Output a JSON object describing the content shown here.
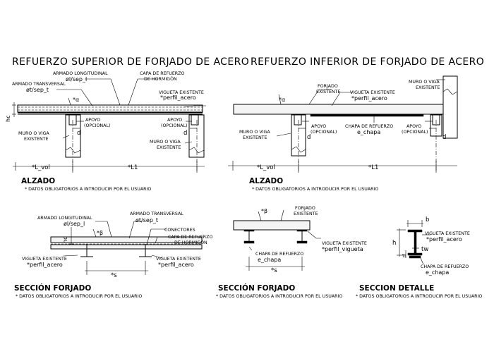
{
  "titles": {
    "left": "REFUERZO SUPERIOR DE FORJADO DE ACERO",
    "right": "REFUERZO INFERIOR DE FORJADO DE ACERO"
  },
  "section_headings": {
    "alzado_left": "ALZADO",
    "alzado_right": "ALZADO",
    "seccion_left": "SECCIÓN FORJADO",
    "seccion_mid": "SECCIÓN FORJADO",
    "seccion_detalle": "SECCION DETALLE"
  },
  "note": "* DATOS OBLIGATORIOS A INTRODUCIR POR EL USUARIO",
  "top_left": {
    "armado_long": "ARMADO LONGITUDINAL",
    "armado_long_var": "øl/sep_l",
    "armado_trans": "ARMADO TRANSVERSAL",
    "armado_trans_var": "øt/sep_t",
    "capa_1": "CAPA DE REFUERZO",
    "capa_2": "DE HORMIGÓN",
    "vigueta": "VIGUETA EXISTENTE",
    "perfil": "*perfil_acero",
    "alpha": "*α",
    "hc": "hc",
    "apoyo_l1": "APOYO",
    "apoyo_l2": "(OPCIONAL)",
    "apoyo_r1": "APOYO",
    "apoyo_r2": "(OPCIONAL)",
    "d_left": "d",
    "d_right": "d",
    "muro_l1": "MURO O VIGA",
    "muro_l2": "EXISTENTE",
    "muro_r1": "MURO O VIGA",
    "muro_r2": "EXISTENTE",
    "l_vol": "*L_vol",
    "l1": "*L1"
  },
  "top_right": {
    "forjado_1": "FORJADO",
    "forjado_2": "EXISTENTE",
    "vigueta": "VIGUETA EXISTENTE",
    "perfil": "*perfil_acero",
    "alpha": "*α",
    "muro_top1": "MURO O VIGA",
    "muro_top2": "EXISTENTE",
    "muro_l1": "MURO O VIGA",
    "muro_l2": "EXISTENTE",
    "apoyo_l1": "APOYO",
    "apoyo_l2": "(OPCIONAL)",
    "chapa_1": "CHAPA DE REFUERZO",
    "chapa_2": "e_chapa",
    "apoyo_r1": "APOYO",
    "apoyo_r2": "(OPCIONAL)",
    "d_left": "d",
    "d_right": "d",
    "l_vol": "*L_vol",
    "l1": "*L1"
  },
  "bottom_left": {
    "armado_long": "ARMADO LONGITUDINAL",
    "armado_long_var": "øl/sep_l",
    "armado_trans": "ARMADO TRANSVERSAL",
    "armado_trans_var": "øt/sep_t",
    "beta": "*β",
    "hc": "hc",
    "conectores": "CONECTORES",
    "capa_1": "CAPA DE REFUERZO",
    "capa_2": "DE HORMIGÓN",
    "vig_l1": "VIGUETA EXISTENTE",
    "vig_l2": "*perfil_acero",
    "vig_r1": "VIGUETA EXISTENTE",
    "vig_r2": "*perfil_acero",
    "s": "*s"
  },
  "bottom_mid": {
    "beta": "*β",
    "forjado_1": "FORJADO",
    "forjado_2": "EXISTENTE",
    "vigueta_1": "VIGUETA EXISTENTE",
    "vigueta_2": "*perfil_vigueta",
    "chapa_1": "CHAPA DE REFUERZO",
    "chapa_2": "e_chapa",
    "s": "*s"
  },
  "detail": {
    "b": "b",
    "h": "h",
    "tf": "tf",
    "tw": "tw",
    "vig_1": "VIGUETA EXISTENTE",
    "vig_2": "*perfil_acero",
    "chapa_1": "CHAPA DE REFUERZO",
    "chapa_2": "e_chapa"
  }
}
